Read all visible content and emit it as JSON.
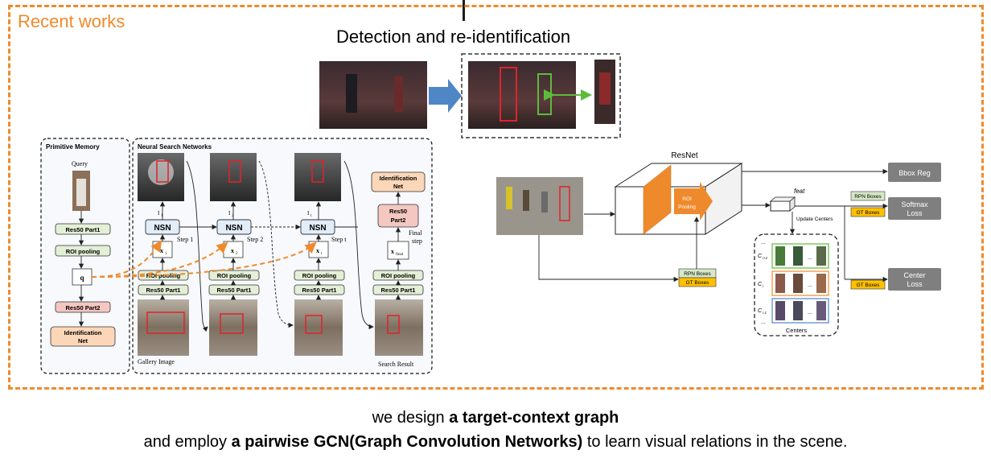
{
  "header": {
    "section_title": "Recent works",
    "detection_title": "Detection and re-identification"
  },
  "left_diagram": {
    "primitive_memory_label": "Primitive Memory",
    "neural_search_label": "Neural Search Networks",
    "query_label": "Query",
    "res50_part1": "Res50 Part1",
    "roi_pooling": "ROI pooling",
    "q_label": "q",
    "res50_part2": "Res50 Part2",
    "res50_part2_l1": "Res50",
    "res50_part2_l2": "Part2",
    "identification_net_l1": "Identification",
    "identification_net_l2": "Net",
    "nsn_label": "NSN",
    "step_labels": [
      "Step 1",
      "Step 2",
      "Step t"
    ],
    "final_step_l1": "Final",
    "final_step_l2": "step",
    "x_labels": [
      "x",
      "x",
      "x",
      "x"
    ],
    "x_subs": [
      "1",
      "2",
      "t",
      "final"
    ],
    "i_labels": [
      "I",
      "I",
      "I"
    ],
    "i_subs": [
      "1",
      "2",
      "t"
    ],
    "gallery_image_label": "Gallery Image",
    "search_result_label": "Search Result"
  },
  "right_diagram": {
    "resnet_label": "ResNet",
    "roi_pooling_l1": "ROI",
    "roi_pooling_l2": "Pooling",
    "feat_label": "feat",
    "update_centers_label": "Update Centers",
    "rpn_boxes": "RPN Boxes",
    "gt_boxes": "GT Boxes",
    "bbox_reg": "Bbox Reg",
    "softmax_l1": "Softmax",
    "softmax_l2": "Loss",
    "center_l1": "Center",
    "center_l2": "Loss",
    "centers_label": "Centers",
    "c_labels": [
      "C",
      "C",
      "C"
    ],
    "c_subs": [
      "i-1",
      "i",
      "i+1"
    ],
    "ellipsis": "..."
  },
  "caption": {
    "line1_pre": "we design ",
    "line1_bold": "a target-context graph",
    "line2_pre": "and employ ",
    "line2_bold": "a pairwise GCN(Graph Convolution Networks)",
    "line2_post": " to learn visual relations in the scene."
  },
  "colors": {
    "accent_orange": "#ef8a2c",
    "module_green": "#e3efd6",
    "module_pink": "#f4c7c0",
    "module_peach": "#fbd7b8",
    "gray_box": "#7f7f7f",
    "rpn_green": "#d6e8c6",
    "gt_yellow": "#ffc000",
    "arrow_blue": "#4f86c6",
    "detection_red": "#e0232a",
    "detection_green": "#5dbb3b"
  }
}
